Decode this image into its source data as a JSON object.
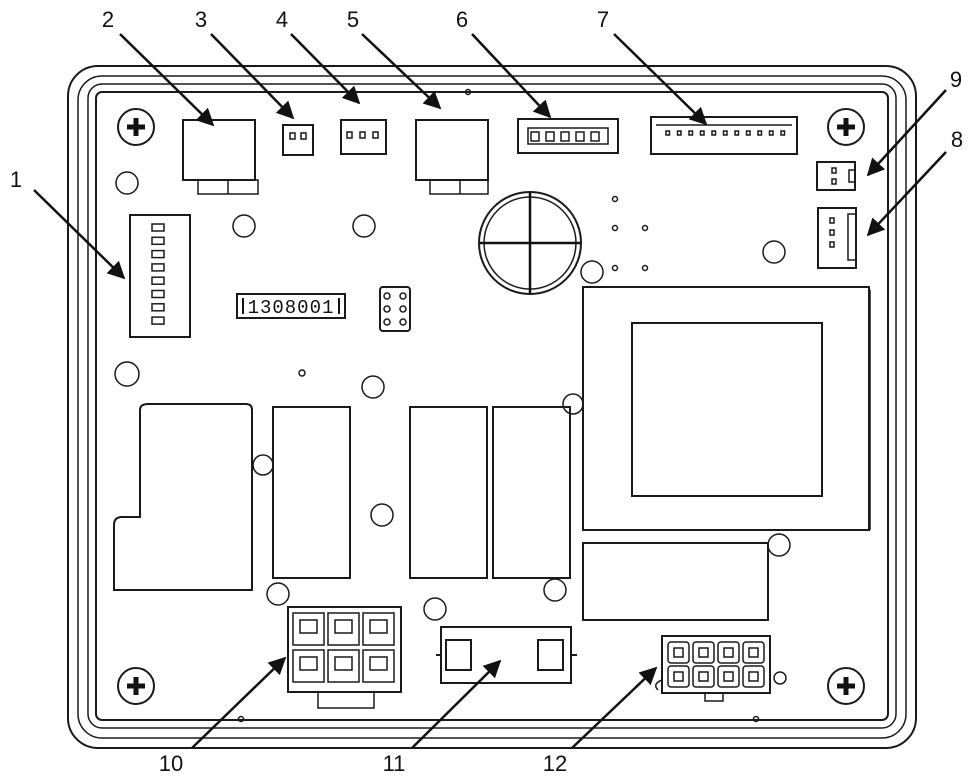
{
  "diagram": {
    "part_label": "1308001",
    "callouts": [
      "1",
      "2",
      "3",
      "4",
      "5",
      "6",
      "7",
      "8",
      "9",
      "10",
      "11",
      "12"
    ],
    "colors": {
      "line": "#1a1a1a",
      "background": "#ffffff"
    }
  }
}
